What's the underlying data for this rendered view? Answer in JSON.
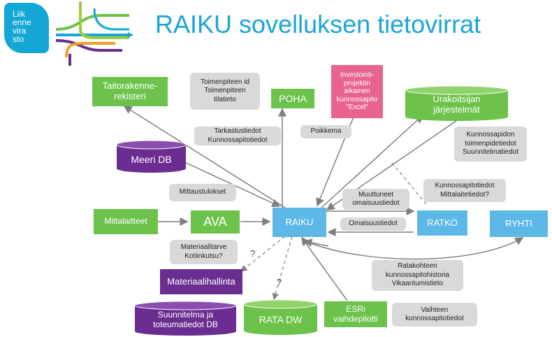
{
  "logo": {
    "lines": [
      "Liik",
      "enne",
      "vira",
      "sto"
    ]
  },
  "title": "RAIKU sovelluksen tietovirrat",
  "nodes": {
    "taitorakenne": "Taitorakenne-rekisteri",
    "poha": "POHA",
    "investointi": "Investointi-projektin aikainen kunnossapito \"Excel\"",
    "urakoitsijan": "Urakoitsijan järjestelmät",
    "meeri": "Meeri DB",
    "mittalaitteet": "Mittalaitteet",
    "ava": "AVA",
    "raiku": "RAIKU",
    "ratko": "RATKO",
    "ryhti": "RYHTI",
    "materiaalihallinta": "Materiaalihallinta",
    "suunnitelma": "Suunnitelma ja toteumatiedot DB",
    "ratadw": "RATA DW",
    "esri": "ESRi vaihdepilotti"
  },
  "notes": {
    "toimenpiteen": "Toimenpiteen id Toimenpiteen tilatieto",
    "tarkastus": "Tarkastustiedot Kunnossapitotiedot",
    "poikkema": "Poikkema",
    "kunnossapidon": "Kunnossapidon toimenpidetiedot Suunnitelmatiedot",
    "kunnossapitotiedot_mittalaite": "Kunnossapitotiedot Mittalaitetiedot?",
    "mittaustulokset": "Mittaustulokset",
    "muuttuneet": "Muuttuneet omaisuustiedot",
    "omaisuustiedot": "Omaisuustiedot",
    "materiaalitarve": "Materiaalitarve Kotiinkutsu?",
    "ratakohteen": "Ratakohteen kunnossapitohistoria Vikaantumistieto",
    "vaihteen": "Vaihteen kunnossapitotiedot",
    "q1": "?",
    "q2": "?"
  },
  "colors": {
    "title": "#1aa5d8",
    "green": "#6cc24a",
    "blue": "#5cb8e6",
    "purple": "#6b2d8f",
    "pink": "#e8648f",
    "note": "#d9d9d9",
    "arrow": "#7f7f7f"
  }
}
